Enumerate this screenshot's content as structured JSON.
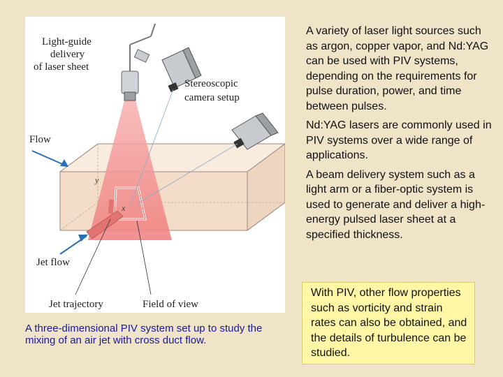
{
  "figure": {
    "labels": {
      "light_guide_1": "Light-guide",
      "light_guide_2": "delivery",
      "light_guide_3": "of laser sheet",
      "camera_1": "Stereoscopic",
      "camera_2": "camera setup",
      "flow": "Flow",
      "jet_flow": "Jet flow",
      "jet_trajectory": "Jet trajectory",
      "field_of_view": "Field of view",
      "axis_y": "y",
      "axis_x": "x"
    },
    "colors": {
      "laser": "#f4a0a0",
      "duct": "#f3dcc8",
      "arrow": "#2a6fb0",
      "jet": "#e07070"
    },
    "caption": "A three-dimensional PIV system set up to study the mixing of an air jet with cross duct flow."
  },
  "paragraphs": [
    "A variety of laser light sources such as argon, copper vapor, and Nd:YAG can be used with PIV systems, depending on the requirements for pulse duration, power, and time between pulses.",
    "Nd:YAG lasers are commonly used in PIV systems over a wide range of applications.",
    "A beam delivery system such as a light arm or a fiber-optic system is used to generate and deliver a high-energy pulsed laser sheet at a specified thickness."
  ],
  "highlight": "With PIV, other flow properties such as vorticity and strain rates can also be obtained, and the details of turbulence can be studied."
}
